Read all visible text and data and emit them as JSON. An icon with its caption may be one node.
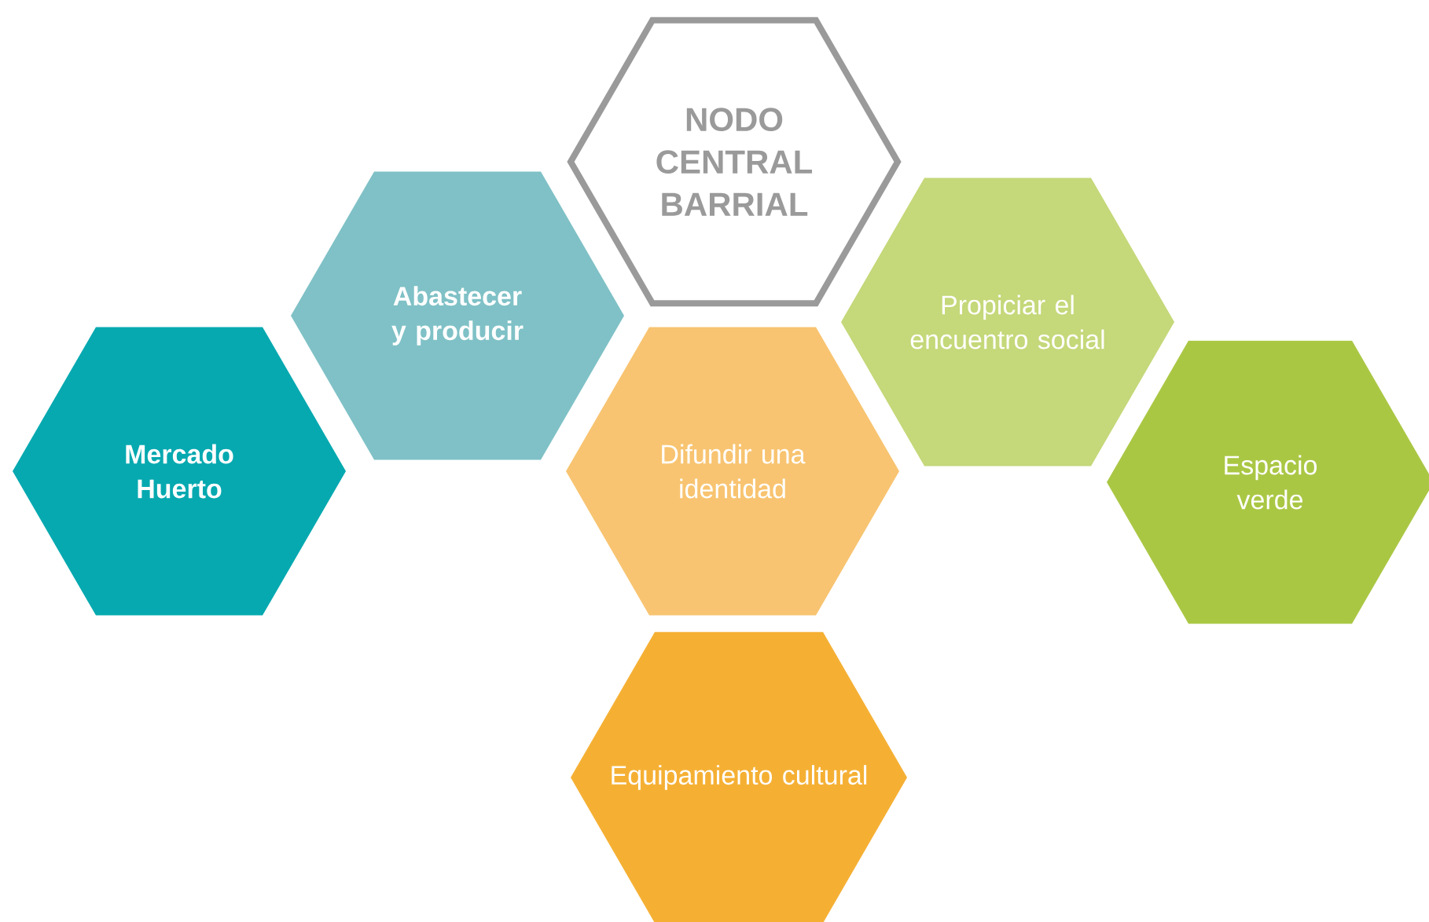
{
  "diagram": {
    "nodes": [
      {
        "text": [
          "NODO CENTRAL BARRIAL"
        ]
      },
      {
        "text": [
          "Abastecer y producir"
        ]
      },
      {
        "text": [
          "Mercado Huerto"
        ]
      },
      {
        "text": [
          "Difundir una identidad"
        ]
      },
      {
        "text": [
          "Propiciar el encuentro social"
        ]
      },
      {
        "text": [
          "Espacio verde"
        ]
      },
      {
        "text": [
          "Equipamiento cultural"
        ]
      }
    ]
  }
}
